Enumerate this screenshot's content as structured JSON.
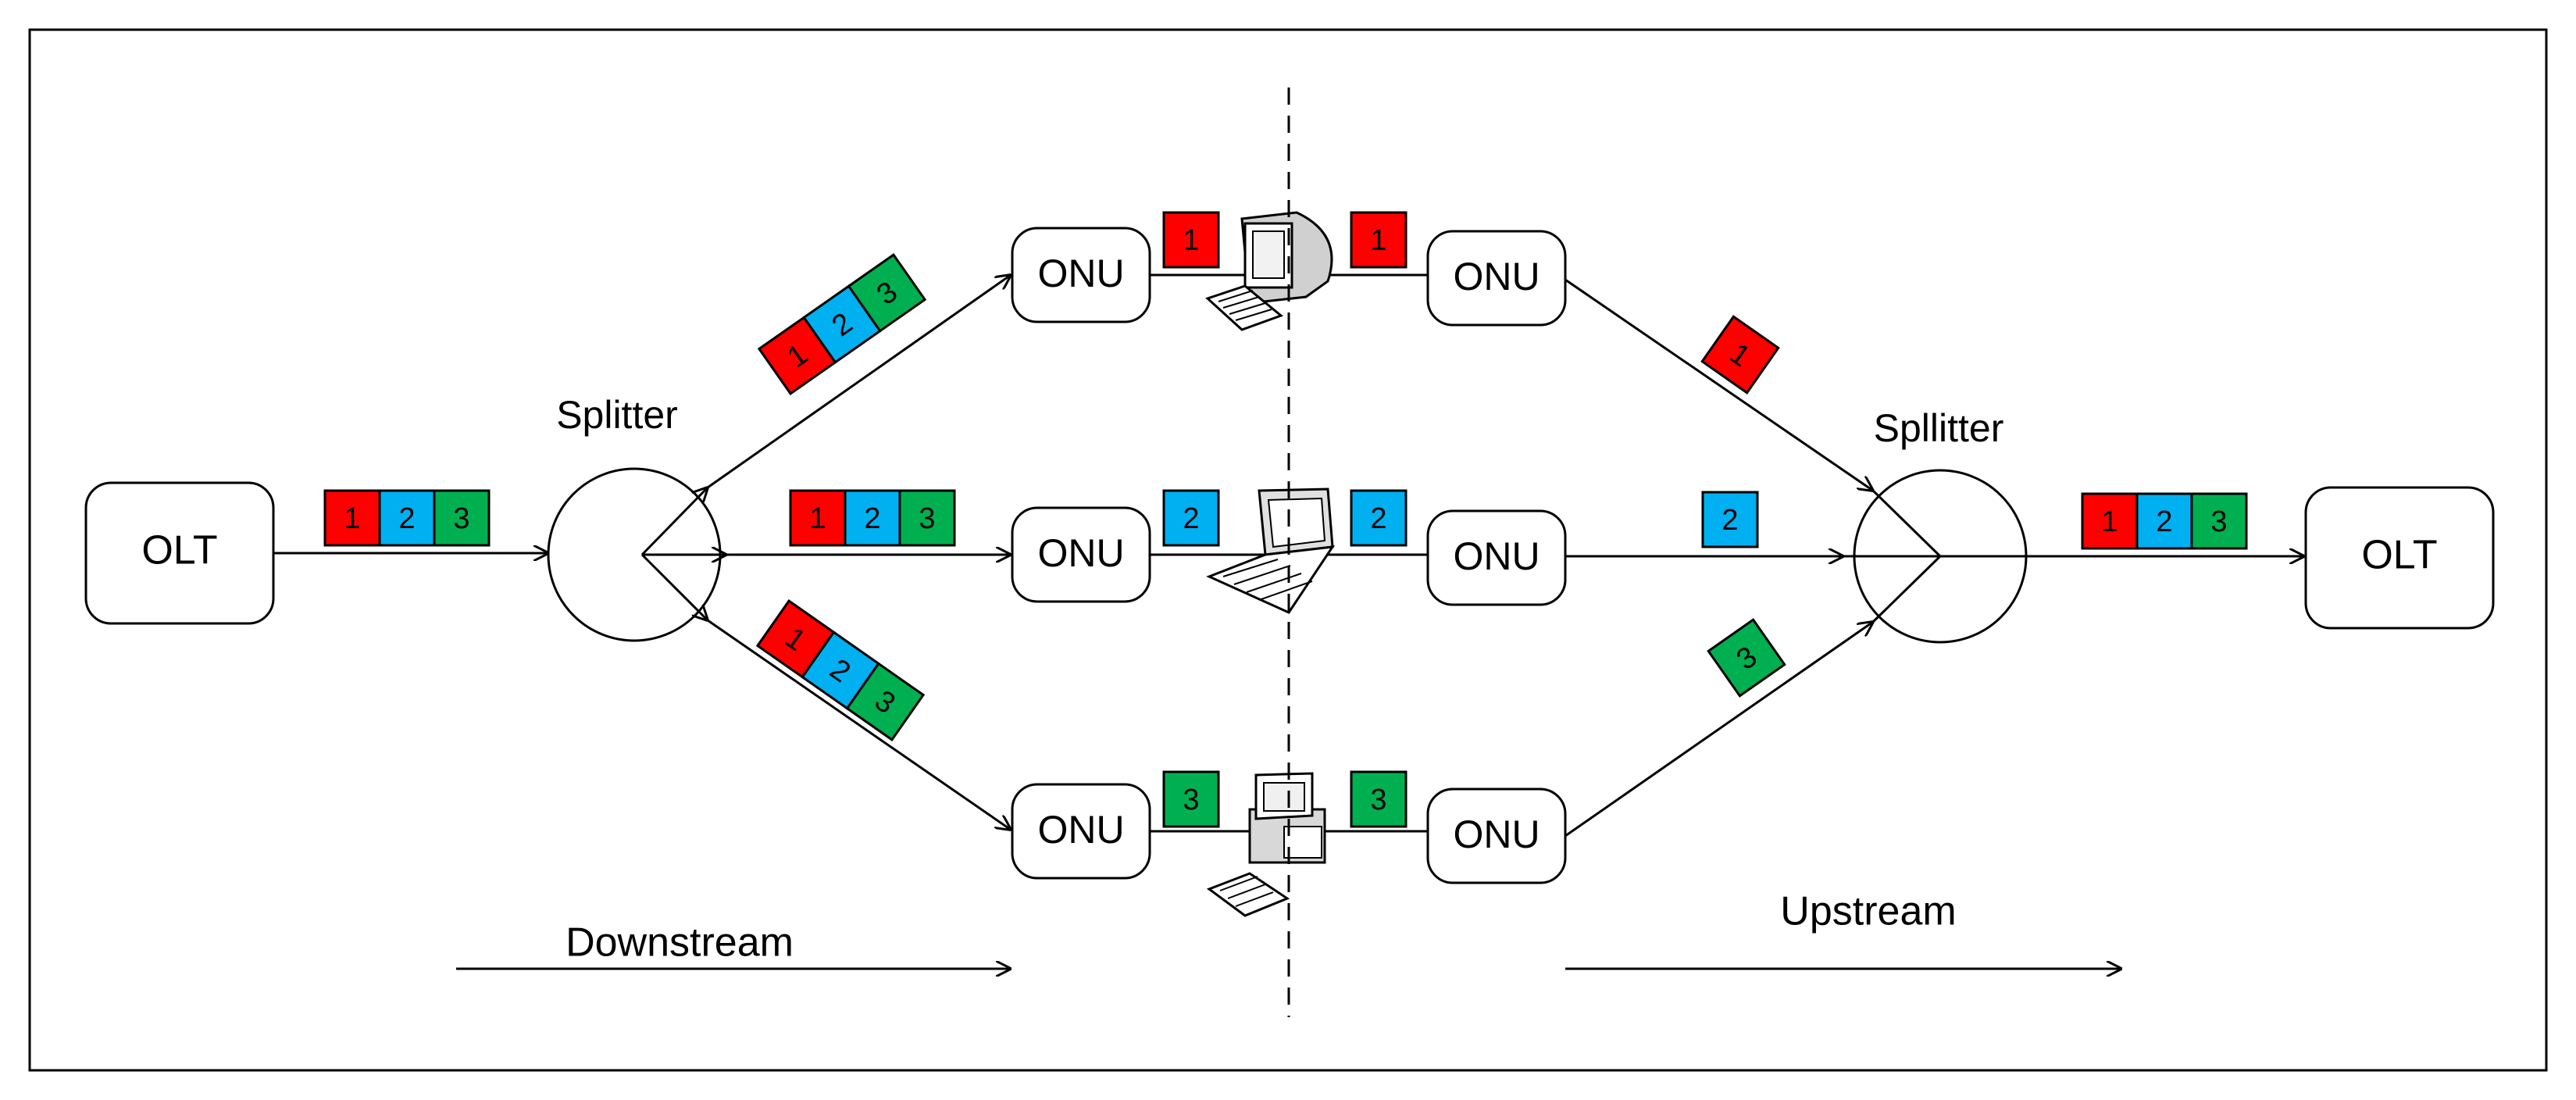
{
  "nodes": {
    "olt_left": "OLT",
    "olt_right": "OLT",
    "splitter_left": "Splitter",
    "splitter_right": "Spllitter",
    "onu": "ONU"
  },
  "packets": {
    "p1": "1",
    "p2": "2",
    "p3": "3"
  },
  "directions": {
    "downstream": "Downstream",
    "upstream": "Upstream"
  },
  "colors": {
    "p1": "#ff0000",
    "p2": "#00b0f0",
    "p3": "#00b050",
    "stroke": "#000000",
    "background": "#ffffff"
  },
  "icons": {
    "top": "desktop-computer-icon",
    "middle": "laptop-icon",
    "bottom": "desktop-tower-icon"
  }
}
